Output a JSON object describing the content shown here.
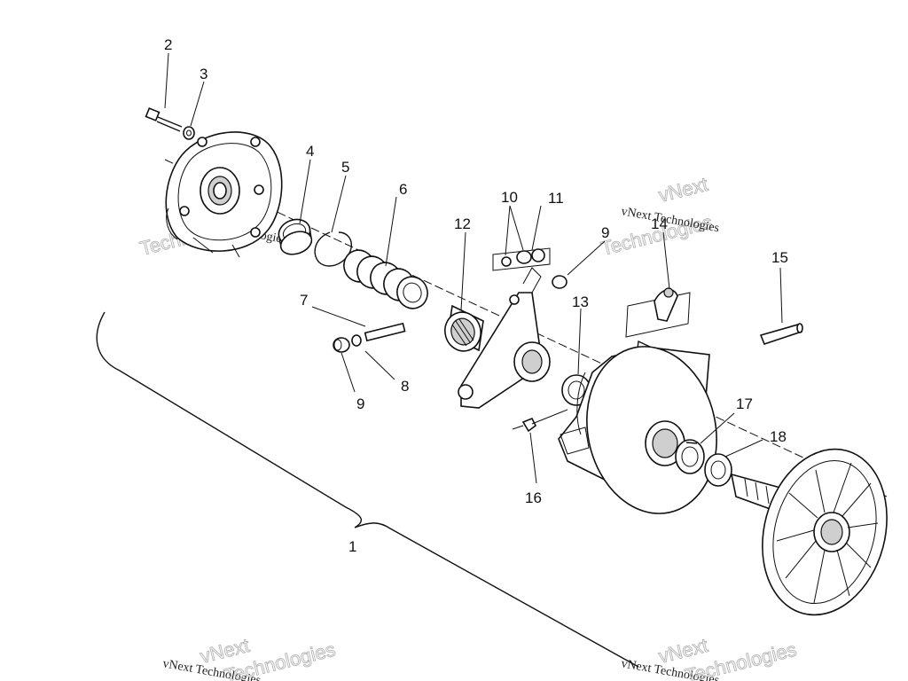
{
  "callouts": {
    "c1": "1",
    "c2": "2",
    "c3": "3",
    "c4": "4",
    "c5": "5",
    "c6": "6",
    "c7": "7",
    "c8": "8",
    "c9a": "9",
    "c9b": "9",
    "c10": "10",
    "c11": "11",
    "c12": "12",
    "c13": "13",
    "c14": "14",
    "c15": "15",
    "c16": "16",
    "c17": "17",
    "c18": "18"
  },
  "watermark": {
    "brand": "vNext",
    "word": "Technologies",
    "full": "vNext Technologies"
  }
}
